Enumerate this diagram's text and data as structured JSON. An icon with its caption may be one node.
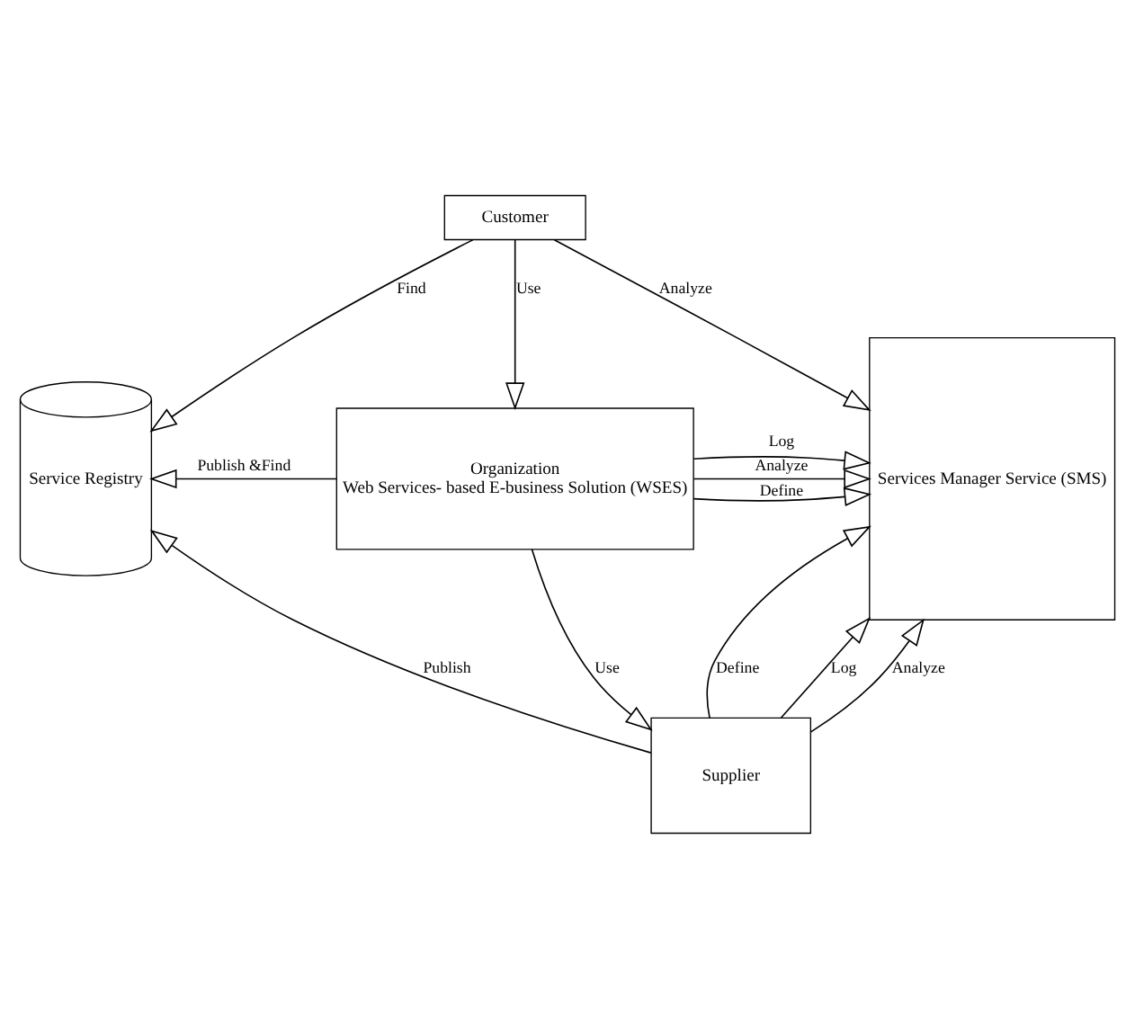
{
  "diagram": {
    "nodes": [
      {
        "text": [
          "Customer"
        ]
      },
      {
        "text": [
          "Service Registry"
        ]
      },
      {
        "text": [
          "Organization",
          "Web Services- based E-business Solution (WSES)"
        ]
      },
      {
        "text": [
          "Services Manager Service (SMS)"
        ]
      },
      {
        "text": [
          "Supplier"
        ]
      }
    ],
    "edges": [
      {
        "from": 0,
        "to": 1,
        "arrow": "to",
        "label": "Find"
      },
      {
        "from": 0,
        "to": 2,
        "arrow": "to",
        "label": "Use"
      },
      {
        "from": 0,
        "to": 3,
        "arrow": "to",
        "label": "Analyze"
      },
      {
        "from": 2,
        "to": 1,
        "arrow": "to",
        "label": "Publish &Find"
      },
      {
        "from": 2,
        "to": 3,
        "arrow": "to",
        "label": "Define"
      },
      {
        "from": 2,
        "to": 3,
        "arrow": "to",
        "label": "Log"
      },
      {
        "from": 2,
        "to": 3,
        "arrow": "to",
        "label": "Analyze"
      },
      {
        "from": 2,
        "to": 4,
        "arrow": "to",
        "label": "Use"
      },
      {
        "from": 4,
        "to": 1,
        "arrow": "to",
        "label": "Publish"
      },
      {
        "from": 4,
        "to": 3,
        "arrow": "to",
        "label": "Define"
      },
      {
        "from": 4,
        "to": 3,
        "arrow": "to",
        "label": "Log"
      },
      {
        "from": 4,
        "to": 3,
        "arrow": "to",
        "label": "Analyze"
      }
    ]
  }
}
